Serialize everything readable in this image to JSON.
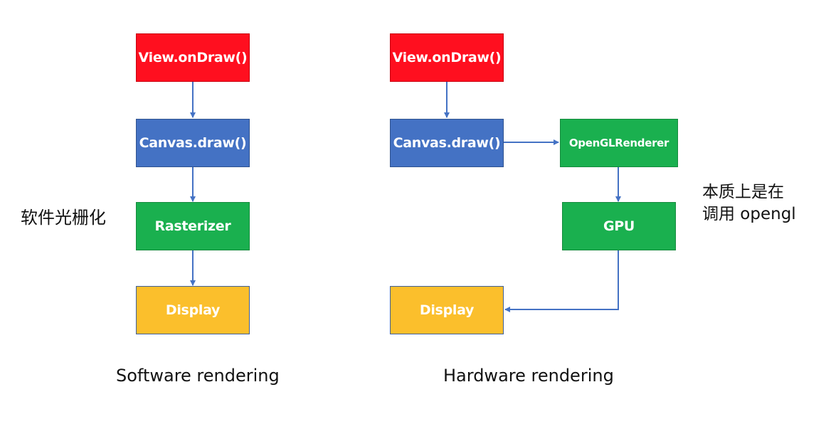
{
  "software": {
    "nodes": {
      "view_ondraw": "View.onDraw()",
      "canvas_draw": "Canvas.draw()",
      "rasterizer": "Rasterizer",
      "display": "Display"
    },
    "side_note": "软件光栅化",
    "caption": "Software rendering"
  },
  "hardware": {
    "nodes": {
      "view_ondraw": "View.onDraw()",
      "canvas_draw": "Canvas.draw()",
      "opengl_renderer": "OpenGLRenderer",
      "gpu": "GPU",
      "display": "Display"
    },
    "side_note_line1": "本质上是在",
    "side_note_line2": "调用 opengl",
    "caption": "Hardware rendering"
  },
  "colors": {
    "view_box": "#ff0f1f",
    "canvas_box": "#4472c4",
    "green_box": "#1ab04f",
    "display_box": "#fbbf2c",
    "connector": "#4472c4"
  }
}
